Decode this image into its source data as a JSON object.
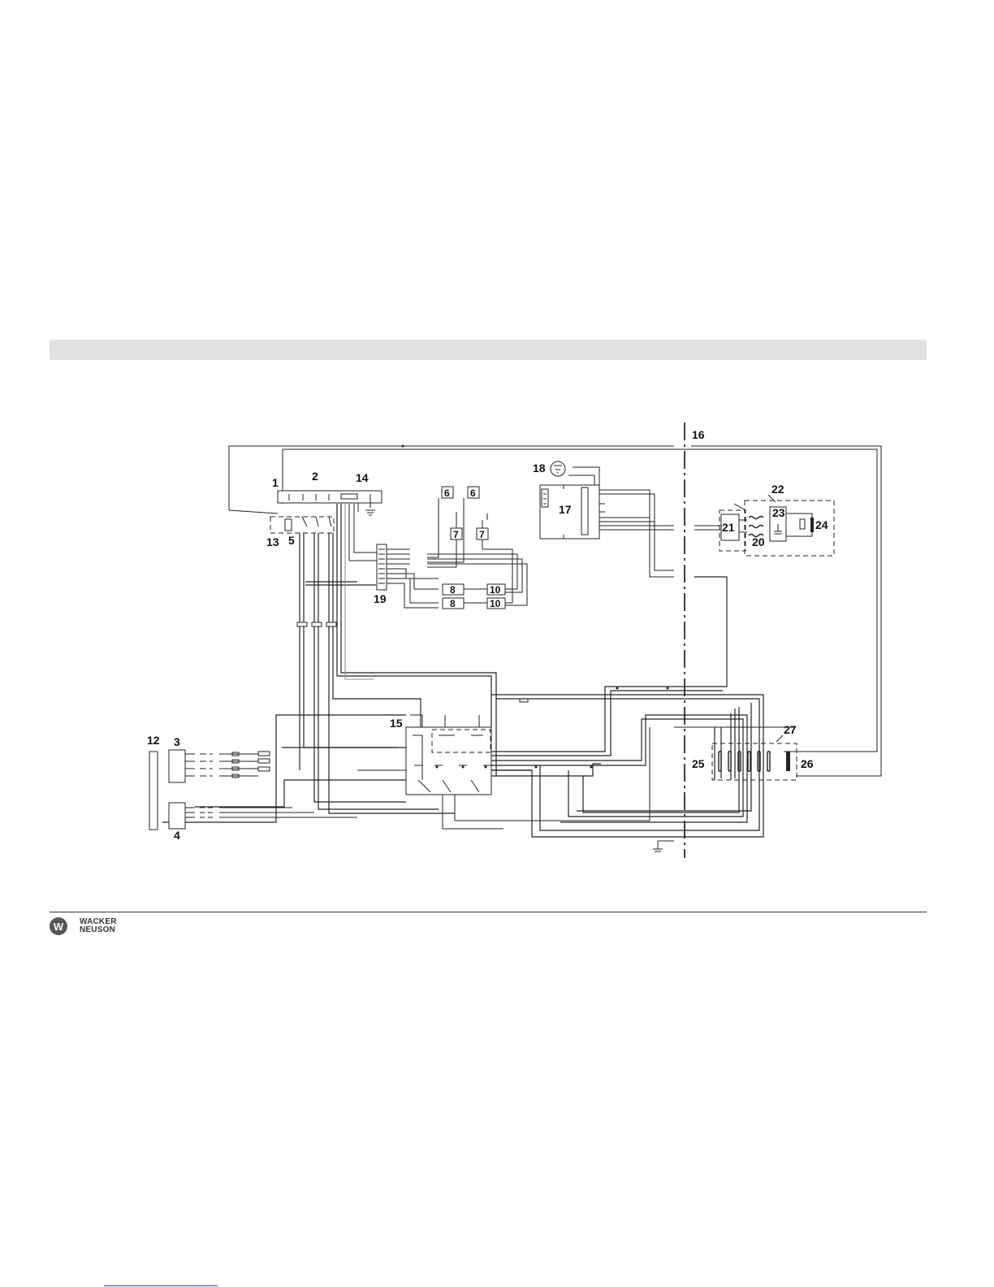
{
  "diagram": {
    "labels": {
      "l1": "1",
      "l2": "2",
      "l3": "3",
      "l4": "4",
      "l5": "5",
      "l6a": "6",
      "l6b": "6",
      "l7a": "7",
      "l7b": "7",
      "l8a": "8",
      "l8b": "8",
      "l10a": "10",
      "l10b": "10",
      "l12": "12",
      "l13": "13",
      "l14": "14",
      "l15": "15",
      "l16": "16",
      "l17": "17",
      "l18": "18",
      "l19": "19",
      "l20": "20",
      "l21": "21",
      "l22": "22",
      "l23": "23",
      "l24": "24",
      "l25": "25",
      "l26": "26",
      "l27": "27"
    }
  },
  "footer": {
    "logo_mark": "W",
    "logo_line1": "WACKER",
    "logo_line2": "NEUSON"
  }
}
